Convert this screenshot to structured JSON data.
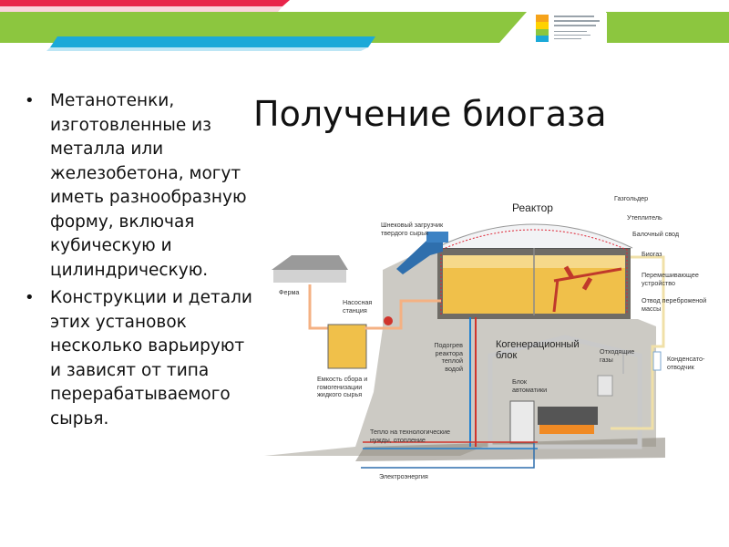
{
  "slide": {
    "title": "Получение биогаза",
    "bullets": [
      "Метанотенки, изготовленные из металла или железобетона, могут иметь разнообразную форму, включая кубическую и цилиндрическую.",
      "Конструкции и детали этих установок несколько варьируют и зависят от типа перерабатываемого сырья."
    ],
    "bullet_symbol": "•"
  },
  "header": {
    "colors": {
      "green": "#8cc63f",
      "red": "#e8254a",
      "blue": "#1ba9d8"
    },
    "logo_text": [
      "Уральский",
      "федеральный",
      "университет"
    ]
  },
  "diagram": {
    "labels": {
      "reactor": "Реактор",
      "gasholder": "Газгольдер",
      "insulation": "Утеплитель",
      "beam_roof": "Балочный свод",
      "biogas": "Биогаз",
      "mixer": [
        "Перемешивающее",
        "устройство"
      ],
      "digestate": [
        "Отвод переброженой",
        "массы"
      ],
      "screw_loader": [
        "Шнековый загрузчик",
        "твердого сырья"
      ],
      "farm": "Ферма",
      "pump": [
        "Насосная",
        "станция"
      ],
      "tank": [
        "Емкость сбора и",
        "гомогенизации",
        "жидкого сырья"
      ],
      "heating": [
        "Подогрев",
        "реактора",
        "теплой",
        "водой"
      ],
      "cogen": [
        "Когенерационный",
        "блок"
      ],
      "exhaust": [
        "Отходящие",
        "газы"
      ],
      "condensate": [
        "Конденсато-",
        "отводчик"
      ],
      "automation": [
        "Блок",
        "автоматики"
      ],
      "heat_use": [
        "Тепло на технологические",
        "нужды, отопление"
      ],
      "electricity": "Электроэнергия"
    }
  }
}
